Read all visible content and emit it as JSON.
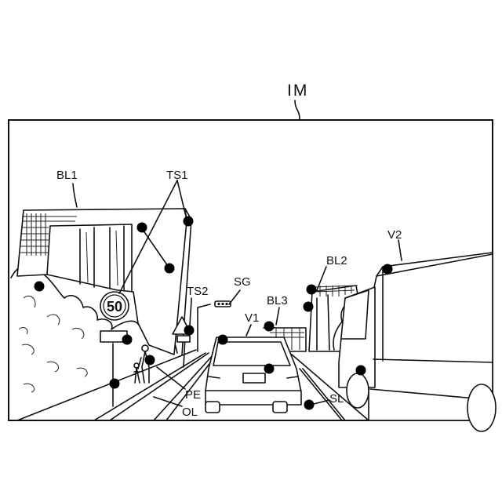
{
  "figure": {
    "title": "IM",
    "labels": {
      "bl1": "BL1",
      "ts1": "TS1",
      "ts2": "TS2",
      "sg": "SG",
      "bl3": "BL3",
      "bl2": "BL2",
      "v1": "V1",
      "v2": "V2",
      "pe": "PE",
      "ol": "OL",
      "sl": "SL"
    },
    "sign_speed": "50"
  }
}
